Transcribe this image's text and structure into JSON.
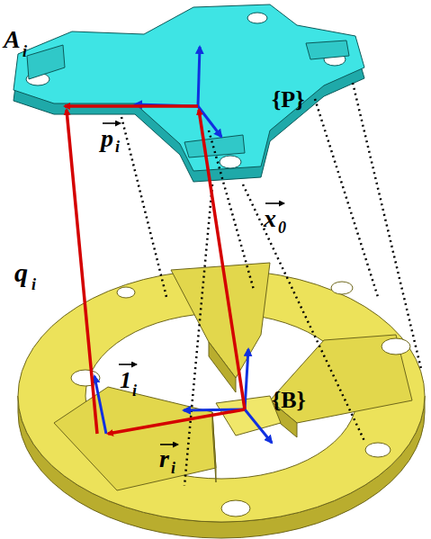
{
  "diagram": {
    "labels": [
      "A",
      "i",
      "{P}",
      "p",
      "i",
      "q",
      "i",
      "x",
      "0",
      "1",
      "i",
      "{B}",
      "r",
      "i"
    ]
  }
}
